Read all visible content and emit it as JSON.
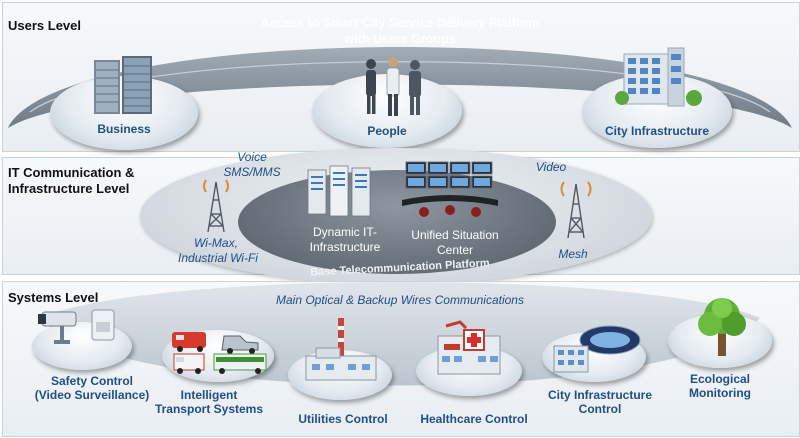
{
  "users_level": {
    "band_label": "Users Level",
    "platform_title_line1": "Access to Smart City Service Delivery Platform",
    "platform_title_line2": "with Users Groups",
    "nodes": [
      {
        "label": "Business",
        "icon": "office-buildings-icon"
      },
      {
        "label": "People",
        "icon": "people-icon"
      },
      {
        "label": "City Infrastructure",
        "icon": "city-building-icon"
      }
    ]
  },
  "it_level": {
    "band_label_line1": "IT Communication  &",
    "band_label_line2": "Infrastructure Level",
    "left_channel_line1": "Voice",
    "left_channel_line2": "SMS/MMS",
    "right_channel": "Video",
    "left_network_line1": "Wi-Max,",
    "left_network_line2": "Industrial Wi-Fi",
    "right_network": "Mesh",
    "core_left_line1": "Dynamic IT-",
    "core_left_line2": "Infrastructure",
    "core_right_line1": "Unified Situation",
    "core_right_line2": "Center",
    "platform_label": "Base Telecommunication Platform"
  },
  "systems_level": {
    "band_label": "Systems Level",
    "wires_label": "Main Optical & Backup Wires Communications",
    "nodes": [
      {
        "line1": "Safety Control",
        "line2": "(Video Surveillance)",
        "icon": "security-camera-icon"
      },
      {
        "line1": "Intelligent",
        "line2": "Transport Systems",
        "icon": "vehicles-icon"
      },
      {
        "line1": "Utilities Control",
        "line2": "",
        "icon": "power-plant-icon"
      },
      {
        "line1": "Healthcare Control",
        "line2": "",
        "icon": "hospital-icon"
      },
      {
        "line1": "City Infrastructure",
        "line2": "Control",
        "icon": "stadium-icon"
      },
      {
        "line1": "Ecological",
        "line2": "Monitoring",
        "icon": "tree-icon"
      }
    ]
  },
  "colors": {
    "label_blue": "#1f4f84",
    "arc_grey": "#7f8a94",
    "core_grey": "#5d6670"
  }
}
